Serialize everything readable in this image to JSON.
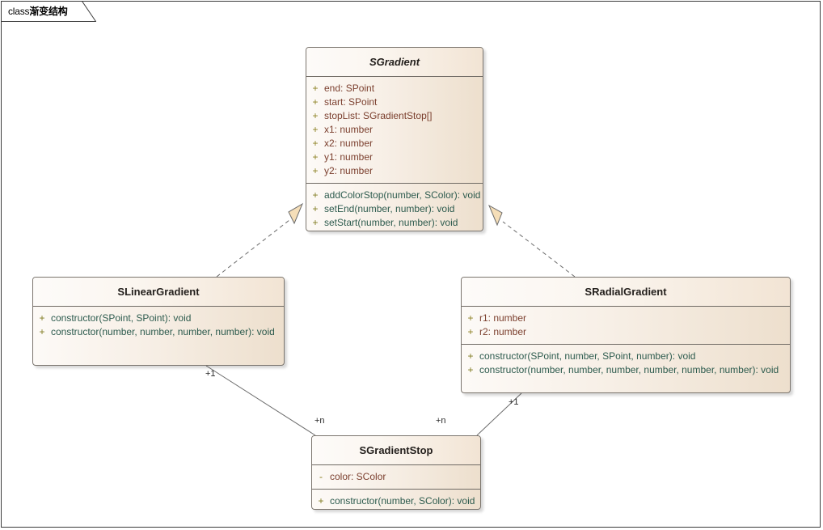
{
  "diagram": {
    "tab_keyword": "class",
    "tab_title": "渐变结构",
    "frame_border_color": "#3b3b3b",
    "background": "#ffffff"
  },
  "palette": {
    "class_border": "#7b756e",
    "header_fill_left": "#fdfbf9",
    "header_fill_right": "#f2e4d4",
    "body_fill_left": "#fdfaf7",
    "body_fill_right": "#eddfcd",
    "attribute_text": "#7b3f2e",
    "method_text": "#2d5b4e",
    "visibility_text": "#8a7f20",
    "connector_line": "#6b6b6b",
    "arrowhead_fill": "#f5deb8"
  },
  "classes": [
    {
      "id": "sgradient",
      "name": "SGradient",
      "abstract": true,
      "attributes": [
        {
          "visibility": "+",
          "signature": "end: SPoint"
        },
        {
          "visibility": "+",
          "signature": "start: SPoint"
        },
        {
          "visibility": "+",
          "signature": "stopList: SGradientStop[]"
        },
        {
          "visibility": "+",
          "signature": "x1: number"
        },
        {
          "visibility": "+",
          "signature": "x2: number"
        },
        {
          "visibility": "+",
          "signature": "y1: number"
        },
        {
          "visibility": "+",
          "signature": "y2: number"
        }
      ],
      "methods": [
        {
          "visibility": "+",
          "signature": "addColorStop(number, SColor): void"
        },
        {
          "visibility": "+",
          "signature": "setEnd(number, number): void"
        },
        {
          "visibility": "+",
          "signature": "setStart(number, number): void"
        }
      ]
    },
    {
      "id": "slineargradient",
      "name": "SLinearGradient",
      "abstract": false,
      "attributes": [],
      "methods": [
        {
          "visibility": "+",
          "signature": "constructor(SPoint, SPoint): void"
        },
        {
          "visibility": "+",
          "signature": "constructor(number, number, number, number): void"
        }
      ]
    },
    {
      "id": "sradialgradient",
      "name": "SRadialGradient",
      "abstract": false,
      "attributes": [
        {
          "visibility": "+",
          "signature": "r1: number"
        },
        {
          "visibility": "+",
          "signature": "r2: number"
        }
      ],
      "methods": [
        {
          "visibility": "+",
          "signature": "constructor(SPoint, number, SPoint, number): void"
        },
        {
          "visibility": "+",
          "signature": "constructor(number, number, number, number, number, number): void"
        }
      ]
    },
    {
      "id": "sgradientstop",
      "name": "SGradientStop",
      "abstract": false,
      "attributes": [
        {
          "visibility": "-",
          "signature": "color: SColor"
        }
      ],
      "methods": [
        {
          "visibility": "+",
          "signature": "constructor(number, SColor): void"
        }
      ]
    }
  ],
  "connectors": [
    {
      "id": "linear-realizes-gradient",
      "type": "realization",
      "style": "dashed",
      "from": "SLinearGradient",
      "to": "SGradient",
      "arrow": "hollow-triangle"
    },
    {
      "id": "radial-realizes-gradient",
      "type": "realization",
      "style": "dashed",
      "from": "SRadialGradient",
      "to": "SGradient",
      "arrow": "hollow-triangle"
    },
    {
      "id": "linear-assoc-stop",
      "type": "association",
      "style": "solid",
      "from": "SLinearGradient",
      "to": "SGradientStop",
      "source_multiplicity": "+1",
      "target_multiplicity": "+n"
    },
    {
      "id": "radial-assoc-stop",
      "type": "association",
      "style": "solid",
      "from": "SRadialGradient",
      "to": "SGradientStop",
      "source_multiplicity": "+1",
      "target_multiplicity": "+n"
    }
  ],
  "multiplicity_labels": [
    {
      "text": "+1",
      "for": "linear-assoc-stop-source"
    },
    {
      "text": "+n",
      "for": "linear-assoc-stop-target"
    },
    {
      "text": "+n",
      "for": "radial-assoc-stop-target"
    },
    {
      "text": "+1",
      "for": "radial-assoc-stop-source"
    }
  ]
}
